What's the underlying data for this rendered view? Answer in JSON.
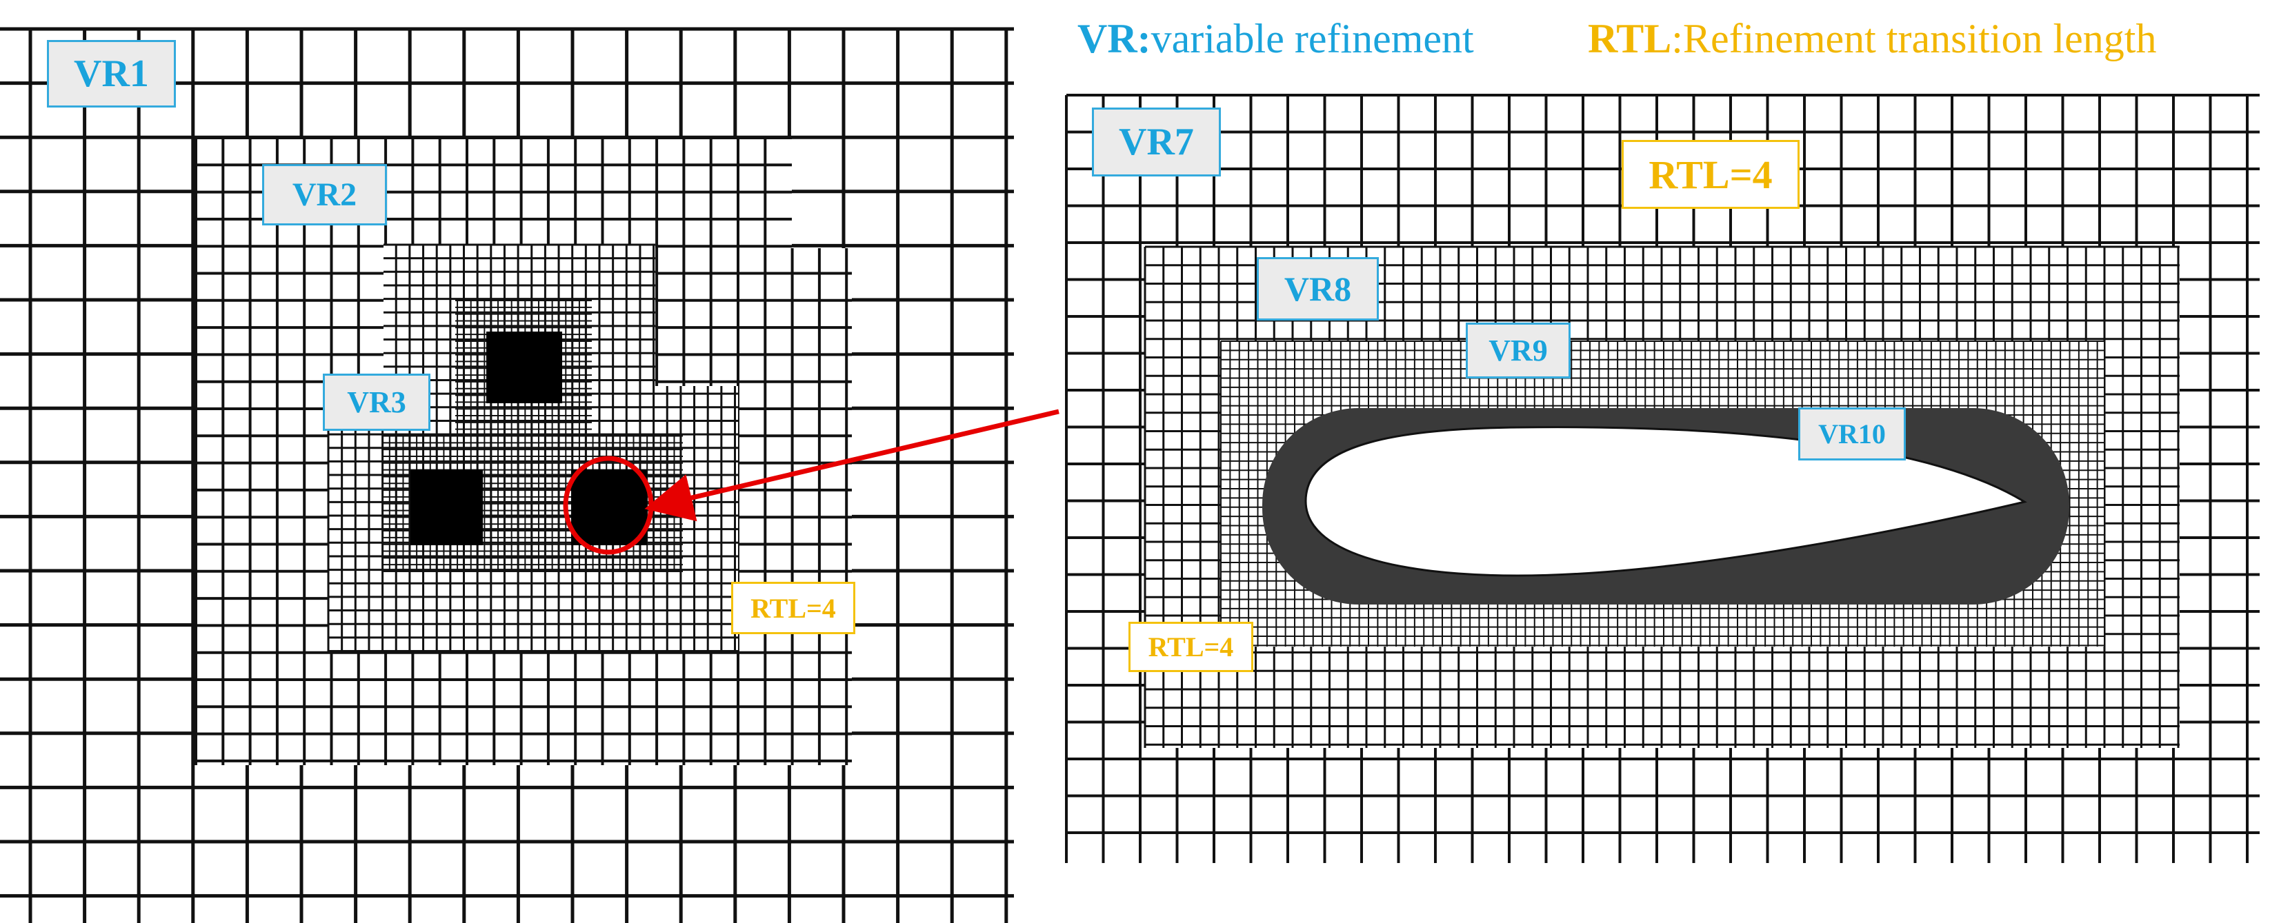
{
  "legend": {
    "vr_key": "VR:",
    "vr_text": "variable refinement",
    "rtl_key": "RTL",
    "rtl_text": ":Refinement transition length"
  },
  "left_panel": {
    "labels": {
      "vr1": "VR1",
      "vr2": "VR2",
      "vr3": "VR3",
      "rtl": "RTL=4"
    }
  },
  "right_panel": {
    "labels": {
      "vr7": "VR7",
      "vr8": "VR8",
      "vr9": "VR9",
      "vr10": "VR10",
      "rtl_top": "RTL=4",
      "rtl_bottom": "RTL=4"
    }
  },
  "colors": {
    "vr_label": "#1aa3dc",
    "rtl_label": "#f2b600",
    "grid": "#111111",
    "arrow": "#e60000"
  }
}
